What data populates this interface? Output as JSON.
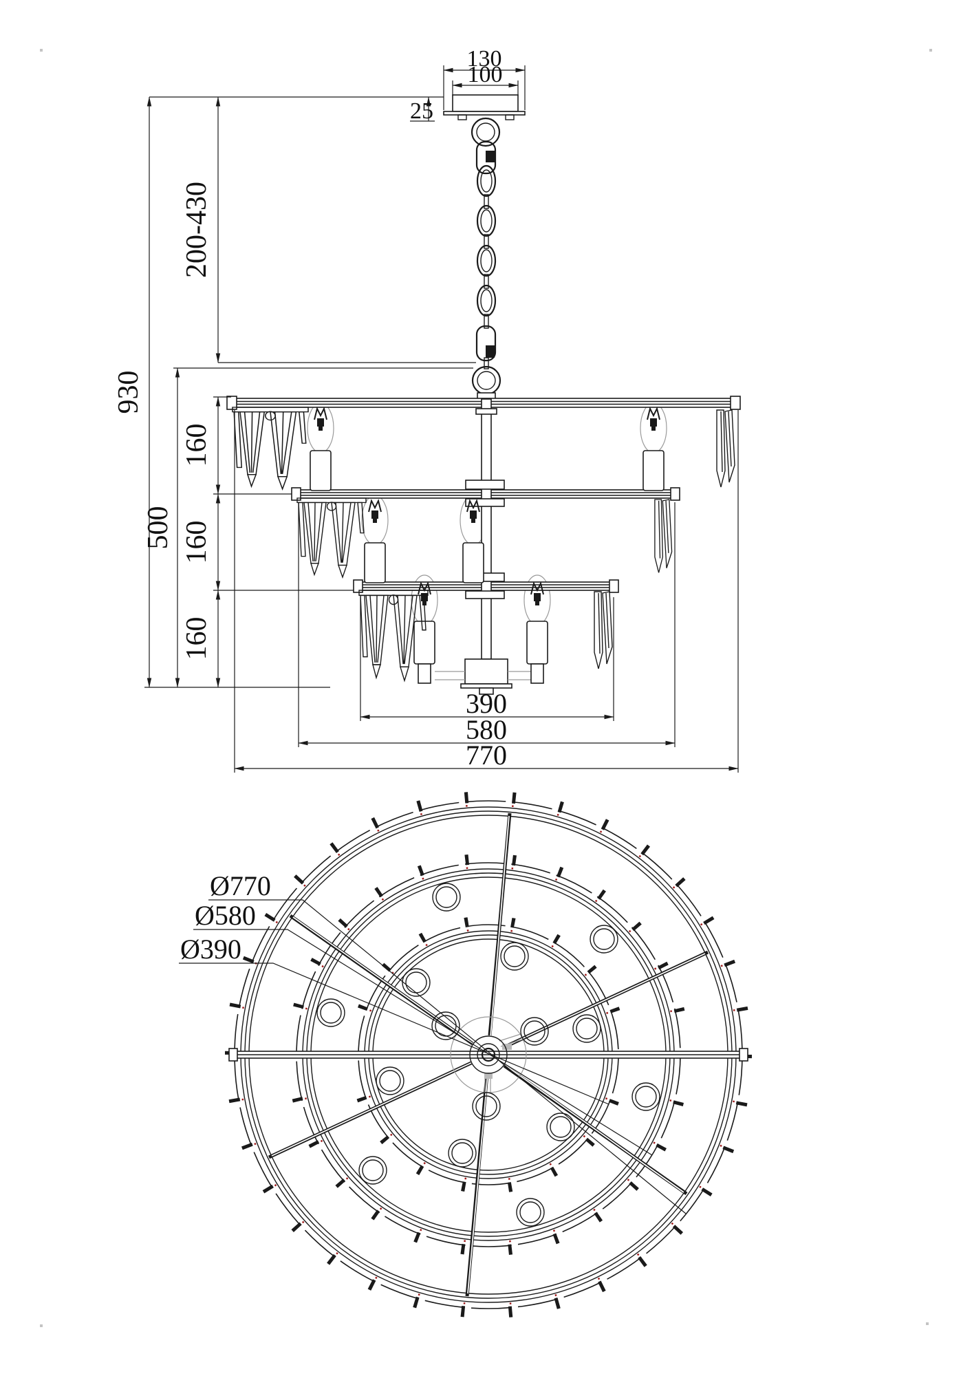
{
  "colors": {
    "line": "#1a1a1a",
    "glass_gray": "#9a9a9a",
    "crystal_dot_red": "#9e1b1b",
    "background": "#ffffff"
  },
  "side_view": {
    "dims": {
      "canopy_width_outer": "130",
      "canopy_width_inner": "100",
      "canopy_height": "25",
      "suspension_range": "200-430",
      "overall_height": "930",
      "body_height": "500",
      "tier1_height": "160",
      "tier2_height": "160",
      "tier3_height": "160",
      "ring_inner_width": "390",
      "ring_middle_width": "580",
      "ring_outer_width": "770"
    }
  },
  "plan_view": {
    "dims": {
      "outer_diameter": "Ø770",
      "middle_diameter": "Ø580",
      "inner_diameter": "Ø390"
    }
  }
}
